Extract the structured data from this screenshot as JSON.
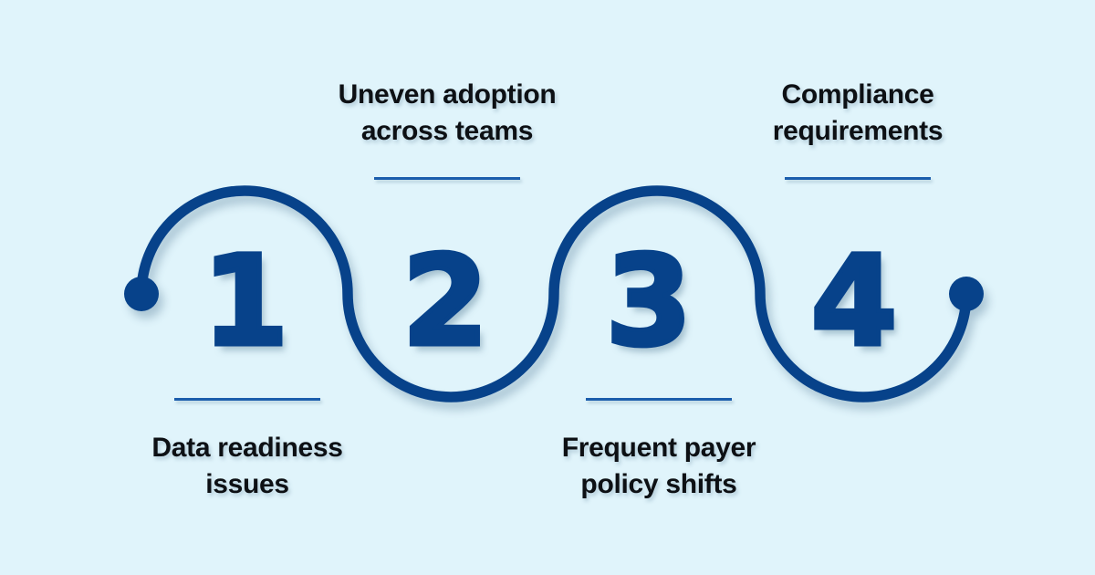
{
  "colors": {
    "background": "#e0f4fb",
    "navy": "#07428a",
    "divider_blue": "#1b5dac",
    "label_text": "#0d1014"
  },
  "steps": [
    {
      "number": "1",
      "label": "Data readiness issues",
      "lines": [
        "Data readiness",
        "issues"
      ]
    },
    {
      "number": "2",
      "label": "Uneven adoption across teams",
      "lines": [
        "Uneven adoption",
        "across teams"
      ]
    },
    {
      "number": "3",
      "label": "Frequent payer policy shifts",
      "lines": [
        "Frequent payer",
        "policy shifts"
      ]
    },
    {
      "number": "4",
      "label": "Compliance requirements",
      "lines": [
        "Compliance",
        "requirements"
      ]
    }
  ]
}
